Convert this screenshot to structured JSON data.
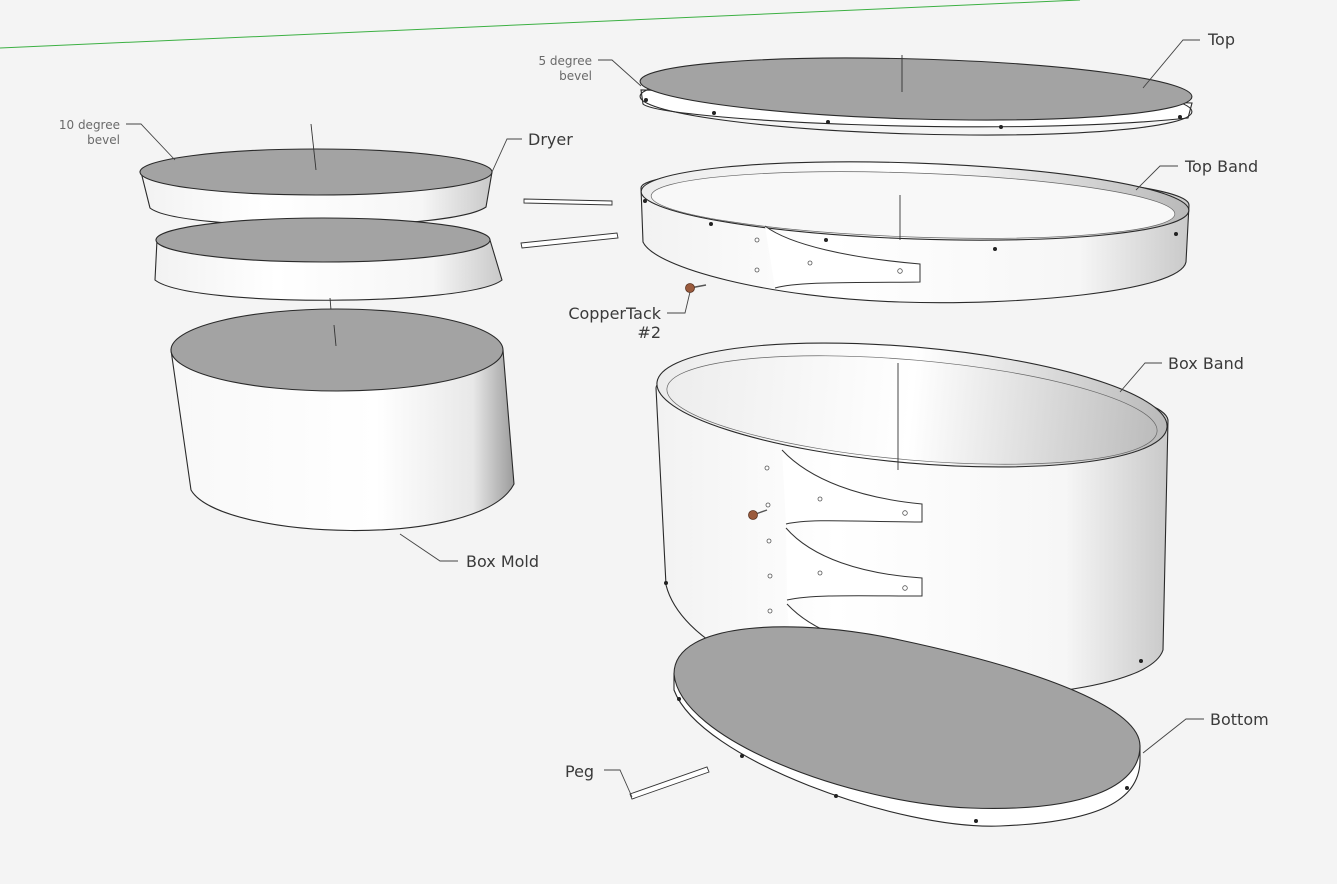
{
  "labels": {
    "top": "Top",
    "top_band": "Top Band",
    "box_band": "Box Band",
    "bottom": "Bottom",
    "dryer": "Dryer",
    "box_mold": "Box Mold",
    "peg": "Peg",
    "copper_tack_line1": "CopperTack",
    "copper_tack_line2": "#2",
    "bevel5_line1": "5 degree",
    "bevel5_line2": "bevel",
    "bevel10_line1": "10 degree",
    "bevel10_line2": "bevel"
  },
  "colors": {
    "background": "#f4f4f4",
    "face_gray": "#a3a3a3",
    "band_white": "#ffffff",
    "horizon_line": "#3cb043",
    "copper": "#9a5a3c"
  }
}
